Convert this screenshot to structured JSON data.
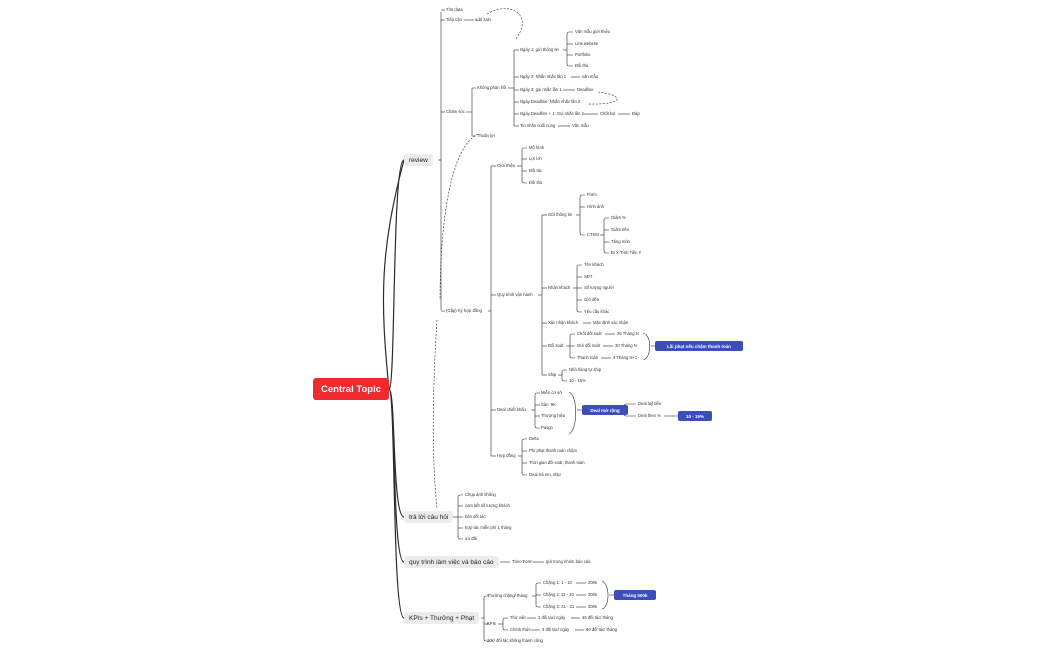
{
  "root": "Central Topic",
  "review": {
    "label": "review",
    "tim_data": "Tìm data",
    "tiep_can": "Tiếp cận",
    "add_zalo": "add zalo",
    "cham_soc": "Chăm sóc",
    "khong_phan_hoi": "Không phản hồi",
    "ngay1": "Ngày 1: gửi thông tin",
    "ngay1_items": [
      "Văn mẫu giới thiệu",
      "Link website",
      "Portfolio",
      "Đối thủ"
    ],
    "ngay2": "Ngày 2: Nhắn nhắc  lần 1",
    "ngay2_r": "văn mẫu",
    "ngay3": "Ngày 3: gọi nhắc lần 1",
    "ngay3_r": "Deadline",
    "ngay_deadline": "Ngày Deadline: Nhắn nhắc lần 2",
    "ngay_dl1": "Ngày Deadline + 1: Gọi nhắc lần 2",
    "chot_kol": "Chốt kol",
    "dap": "Đáp",
    "tin_nhan": "Tin nhắn cuối cùng",
    "van_mau": "Văn mẫu",
    "thuan_loi": "Thuận lợi",
    "gap_ky": "(Gặp) Ký hợp đồng",
    "gioi_thieu": "Giới thiệu",
    "gioi_thieu_items": [
      "Mô hình",
      "Lợi ích",
      "Đối tác",
      "Đối thủ"
    ],
    "quy_trinh_van_hanh": "Quy trình vận hành",
    "gui_thong_tin": "Gửi thông tin",
    "form": "Form",
    "hinh_anh": "Hình ảnh",
    "ctkm": "CTKM",
    "ctkm_items": [
      "Giảm %",
      "Giảm tiền",
      "Tặng món",
      "Đi X Tính Tiền Y"
    ],
    "nhan_khach": "Nhận khách",
    "nhan_khach_items": [
      "Tên khách",
      "SĐT",
      "Số lượng người",
      "Giờ đến",
      "Yêu cầu khác"
    ],
    "xac_nhan": "Xác nhận khách",
    "mac_dinh": "Mặc định xác nhận",
    "doi_soat": "Đối soát",
    "chot_doi_soat": "Chốt đối soát",
    "chot_doi_soat_r": "25 Tháng N",
    "gui_doi_soat": "Gửi đối soát",
    "gui_doi_soat_r": "30 Tháng N",
    "thanh_toan": "Thanh toán",
    "thanh_toan_r": "4 Tháng N+1",
    "lai_phat": "Lãi phạt nếu chậm thanh toán",
    "ship": "Ship",
    "nha_hang_tu_ship": "Nhà hàng tự ship",
    "ship_pct": "10 - 15%",
    "deal_chiet_khau": "Deal chiết khấu",
    "deal_items": [
      "Miễn cơ sở",
      "Sàn: 8K",
      "Thương hiệu",
      "Pasgo"
    ],
    "deal_mo_rong": "Deal mở rộng",
    "deal_luy_tien": "Deal luỹ tiến",
    "deal_theo_pct": "Deal theo %",
    "deal_pct_badge": "10 - 15%",
    "hop_dong": "Hợp đồng",
    "hop_dong_items": [
      "Delta",
      "Phí phạt thanh toán chậm",
      "Thời gian đối soát, thanh toán",
      "Deal trả em, ship"
    ]
  },
  "tra_loi": {
    "label": "trả lời câu hỏi",
    "items": [
      "Chụp ảnh không",
      "cam kết số lượng khách",
      "bên đối tác",
      "hợp tác miễn phí 1 tháng",
      "ưu đãi"
    ]
  },
  "quy_trinh": {
    "label": "quy trình làm việc và báo cáo",
    "theo_form": "Theo Form",
    "gui_trong": "gửi trong nhóm báo cáo"
  },
  "kpi": {
    "label": "KPIs + Thưởng + Phạt",
    "thuong": "Thưởng chặng/ tháng",
    "changs": [
      {
        "name": "Chặng 1: 1 - 10",
        "val": "200k"
      },
      {
        "name": "Chặng 2: 11 - 20",
        "val": "300k"
      },
      {
        "name": "Chặng 3: 21 - 31",
        "val": "300k"
      }
    ],
    "thang_badge": "Tháng 500k",
    "kpis": "KPIs",
    "thu_viec": "Thử việc",
    "thu_viec_1": "2 đối tác/ ngày",
    "thu_viec_2": "45 đối tác/ tháng",
    "chinh_thuc": "Chính thức",
    "chinh_thuc_1": "3 đối tác/ ngày",
    "chinh_thuc_2": "60 đối tác/ tháng",
    "phat": "10k/ đối tác không thành công"
  },
  "colors": {
    "root": "#ef2b2d",
    "badge": "#3c4fb8",
    "line": "#2b2b2b",
    "mainbox": "#ececec"
  }
}
